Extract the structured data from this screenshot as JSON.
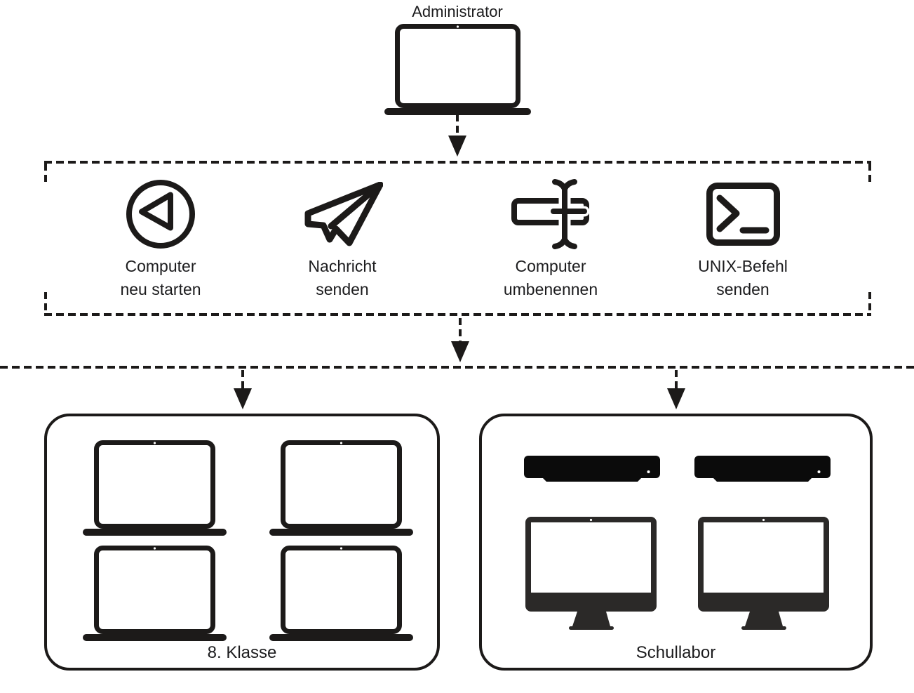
{
  "admin": {
    "label": "Administrator",
    "device": "laptop"
  },
  "command_box": {
    "items": [
      {
        "icon": "restart-icon",
        "line1": "Computer",
        "line2": "neu starten"
      },
      {
        "icon": "paperplane-icon",
        "line1": "Nachricht",
        "line2": "senden"
      },
      {
        "icon": "rename-icon",
        "line1": "Computer",
        "line2": "umbenennen"
      },
      {
        "icon": "terminal-icon",
        "line1": "UNIX-Befehl",
        "line2": "senden"
      }
    ]
  },
  "groups": [
    {
      "label": "8. Klasse",
      "devices": [
        "laptop",
        "laptop",
        "laptop",
        "laptop"
      ]
    },
    {
      "label": "Schullabor",
      "devices": [
        "mac-mini",
        "mac-mini",
        "desktop",
        "desktop"
      ]
    }
  ],
  "colors": {
    "ink": "#1c1a19",
    "desktop_body": "#2b2928",
    "background": "#ffffff"
  }
}
